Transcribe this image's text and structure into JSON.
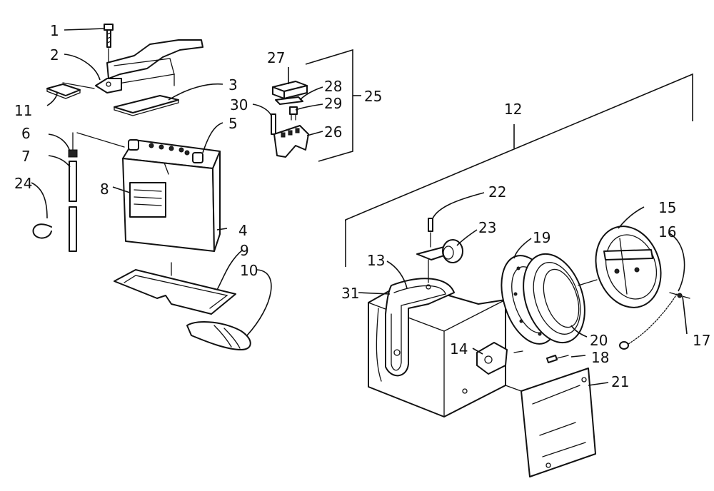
{
  "colors": {
    "ink": "#111111",
    "paper": "#ffffff"
  },
  "parts": [
    {
      "id": "p1",
      "number": "1"
    },
    {
      "id": "p2",
      "number": "2"
    },
    {
      "id": "p3",
      "number": "3"
    },
    {
      "id": "p4",
      "number": "4"
    },
    {
      "id": "p5",
      "number": "5"
    },
    {
      "id": "p6",
      "number": "6"
    },
    {
      "id": "p7",
      "number": "7"
    },
    {
      "id": "p8",
      "number": "8"
    },
    {
      "id": "p9",
      "number": "9"
    },
    {
      "id": "p10",
      "number": "10"
    },
    {
      "id": "p11",
      "number": "11"
    },
    {
      "id": "p12",
      "number": "12"
    },
    {
      "id": "p13",
      "number": "13"
    },
    {
      "id": "p14",
      "number": "14"
    },
    {
      "id": "p15",
      "number": "15"
    },
    {
      "id": "p16",
      "number": "16"
    },
    {
      "id": "p17",
      "number": "17"
    },
    {
      "id": "p18",
      "number": "18"
    },
    {
      "id": "p19",
      "number": "19"
    },
    {
      "id": "p20",
      "number": "20"
    },
    {
      "id": "p21",
      "number": "21"
    },
    {
      "id": "p22",
      "number": "22"
    },
    {
      "id": "p23",
      "number": "23"
    },
    {
      "id": "p24",
      "number": "24"
    },
    {
      "id": "p25",
      "number": "25"
    },
    {
      "id": "p26",
      "number": "26"
    },
    {
      "id": "p27",
      "number": "27"
    },
    {
      "id": "p28",
      "number": "28"
    },
    {
      "id": "p29",
      "number": "29"
    },
    {
      "id": "p30",
      "number": "30"
    },
    {
      "id": "p31",
      "number": "31"
    }
  ]
}
